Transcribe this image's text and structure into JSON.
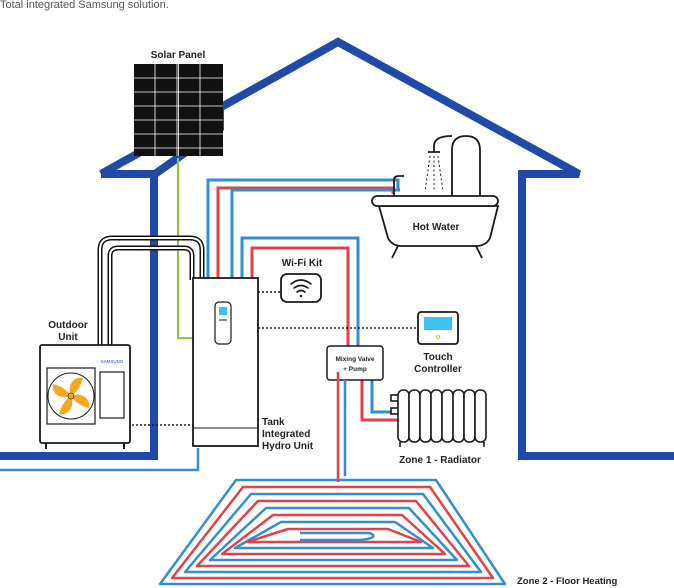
{
  "caption": "Total integrated Samsung solution.",
  "labels": {
    "solar_panel": "Solar Panel",
    "hot_water": "Hot Water",
    "wifi_kit": "Wi-Fi Kit",
    "outdoor_unit_line1": "Outdoor",
    "outdoor_unit_line2": "Unit",
    "brand": "SAMSUNG",
    "mixing_valve_line1": "Mixing Valve",
    "mixing_valve_line2": "+ Pump",
    "touch_controller_line1": "Touch",
    "touch_controller_line2": "Controller",
    "tank_line1": "Tank",
    "tank_line2": "Integrated",
    "tank_line3": "Hydro Unit",
    "zone1": "Zone 1 - Radiator",
    "zone2": "Zone 2 - Floor Heating"
  },
  "colors": {
    "house": "#1f4aa8",
    "hot_pipe": "#e0424a",
    "cold_pipe": "#2f8fd0",
    "solar_line": "#8cc63f",
    "outline": "#1a1a1a",
    "fan": "#f5a623",
    "screen": "#3ec1f0"
  },
  "icons": {
    "wifi": "wifi-icon",
    "fan": "fan-icon",
    "shower": "shower-icon",
    "controller": "controller-icon"
  }
}
